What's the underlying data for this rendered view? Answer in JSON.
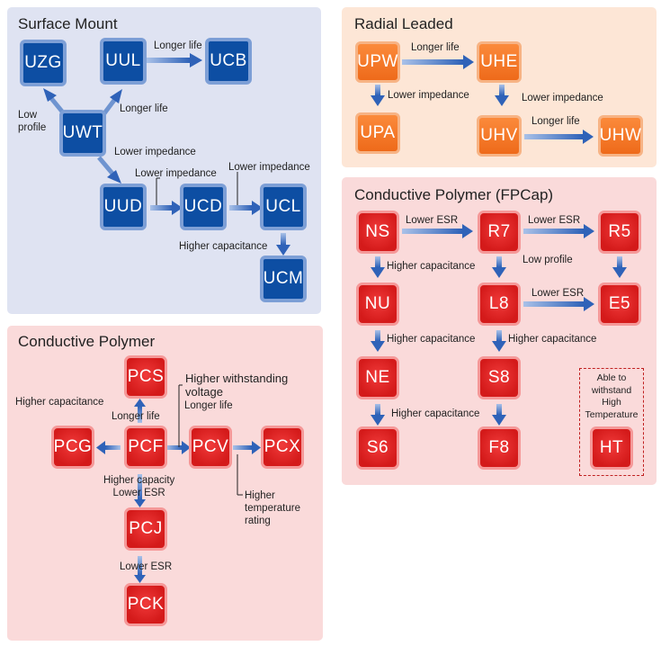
{
  "panels": {
    "surface_mount": {
      "title": "Surface Mount",
      "nodes": {
        "uzg": "UZG",
        "uul": "UUL",
        "ucb": "UCB",
        "uwt": "UWT",
        "uud": "UUD",
        "ucd": "UCD",
        "ucl": "UCL",
        "ucm": "UCM"
      },
      "labels": {
        "uul_ucb": "Longer life",
        "uwt_uul": "Longer life",
        "uwt_uzg": "Low\nprofile",
        "uwt_uud": "Lower impedance",
        "uud_ucd": "Lower impedance",
        "ucd_ucl": "Lower impedance",
        "ucl_ucm": "Higher capacitance"
      }
    },
    "radial_leaded": {
      "title": "Radial Leaded",
      "nodes": {
        "upw": "UPW",
        "uhe": "UHE",
        "upa": "UPA",
        "uhv": "UHV",
        "uhw": "UHW"
      },
      "labels": {
        "upw_uhe": "Longer life",
        "upw_upa": "Lower impedance",
        "uhe_uhv": "Lower impedance",
        "uhv_uhw": "Longer life"
      }
    },
    "fpcap": {
      "title": "Conductive Polymer (FPCap)",
      "nodes": {
        "ns": "NS",
        "r7": "R7",
        "r5": "R5",
        "nu": "NU",
        "l8": "L8",
        "e5": "E5",
        "ne": "NE",
        "s8": "S8",
        "s6": "S6",
        "f8": "F8",
        "ht": "HT"
      },
      "labels": {
        "ns_r7": "Lower ESR",
        "r7_r5": "Lower ESR",
        "ns_nu": "Higher capacitance",
        "r7_l8": "Low profile",
        "l8_e5": "Lower ESR",
        "nu_ne": "Higher capacitance",
        "l8_s8": "Higher capacitance",
        "ne_s6": "Higher capacitance",
        "ht_note": "Able to\nwithstand\nHigh\nTemperature"
      }
    },
    "conductive_polymer": {
      "title": "Conductive Polymer",
      "nodes": {
        "pcs": "PCS",
        "pcg": "PCG",
        "pcf": "PCF",
        "pcv": "PCV",
        "pcx": "PCX",
        "pcj": "PCJ",
        "pck": "PCK"
      },
      "labels": {
        "pcf_pcg": "Higher capacitance",
        "pcf_pcs": "Longer life",
        "pcv_withstanding": "Higher withstanding\nvoltage",
        "pcf_pcv": "Longer life",
        "pcf_pcj": "Higher capacity\nLower ESR",
        "pcv_pcx": "Higher\ntemperature\nrating",
        "pcj_pck": "Lower ESR"
      }
    }
  },
  "colors": {
    "surface_mount_bg": "#dfe3f2",
    "radial_bg": "#fde6d6",
    "polymer_bg": "#fadada",
    "blue_node": "#0d4ea3",
    "orange_node": "#ee6a1a",
    "red_node": "#d41a1a",
    "arrow": "#2f62b8"
  }
}
